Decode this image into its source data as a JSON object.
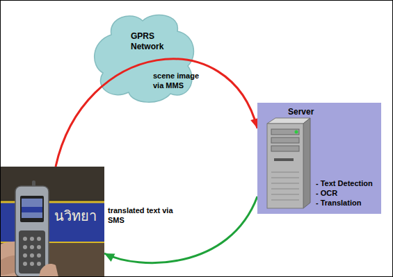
{
  "diagram": {
    "nodes": [
      {
        "text": [
          "GPRS Network"
        ]
      },
      {
        "text": [
          "Server",
          "- Text Detection",
          "- OCR",
          "- Translation"
        ]
      },
      {
        "text": [
          "นวิทยา"
        ]
      }
    ],
    "edges": [
      {
        "from": 2,
        "to": 1,
        "arrow": "to",
        "label": "scene image via MMS"
      },
      {
        "from": 1,
        "to": 2,
        "arrow": "to",
        "label": "translated text via SMS"
      }
    ]
  }
}
